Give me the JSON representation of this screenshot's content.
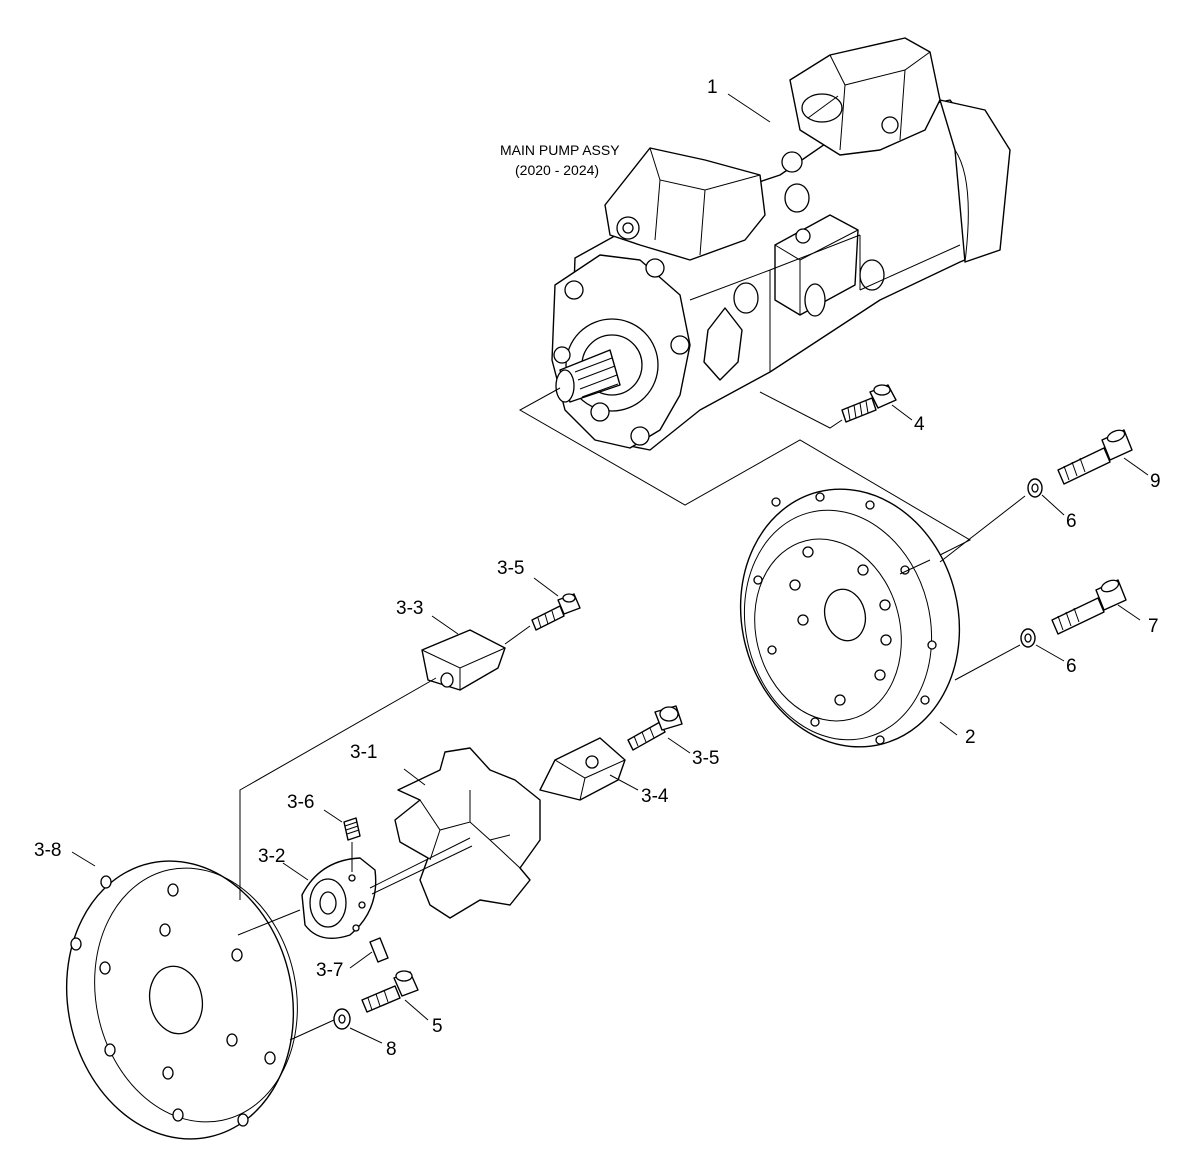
{
  "diagram": {
    "title": "MAIN PUMP ASSY",
    "subtitle": "(2020 - 2024)",
    "callouts": {
      "c1": "1",
      "c2": "2",
      "c3_1": "3-1",
      "c3_2": "3-2",
      "c3_3": "3-3",
      "c3_4": "3-4",
      "c3_5a": "3-5",
      "c3_5b": "3-5",
      "c3_6": "3-6",
      "c3_7": "3-7",
      "c3_8": "3-8",
      "c4": "4",
      "c5": "5",
      "c6a": "6",
      "c6b": "6",
      "c7": "7",
      "c8": "8",
      "c9": "9"
    }
  }
}
